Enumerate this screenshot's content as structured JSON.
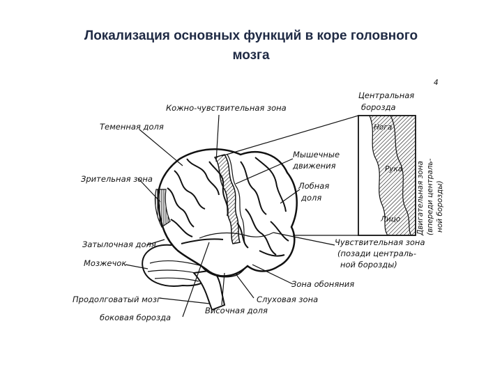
{
  "title": {
    "line1": "Локализация основных функций в коре головного",
    "line2": "мозга"
  },
  "labels": {
    "skin_sensory": "Кожно-чувствительная зона",
    "parietal": "Теменная доля",
    "visual": "Зрительная зона",
    "occipital": "Затылочная доля",
    "cerebellum": "Мозжечок",
    "medulla": "Продолговатый мозг",
    "lateral_sulcus": "боковая борозда",
    "temporal": "Височная доля",
    "auditory": "Слуховая зона",
    "olfactory": "Зона обоняния",
    "sensory_line1": "Чувствительная зона",
    "sensory_line2": "(позади централь-",
    "sensory_line3": "ной борозды)",
    "muscle_line1": "Мышечные",
    "muscle_line2": "движения",
    "frontal_line1": "Лобная",
    "frontal_line2": "доля",
    "central_line1": "Центральная",
    "central_line2": "борозда",
    "leg": "Нога",
    "arm": "Рука",
    "face": "Лицо",
    "motor_line1": "Двигательная зона",
    "motor_line2": "(впереди централь-",
    "motor_line3": "ной борозды)",
    "page_mark": "4"
  }
}
